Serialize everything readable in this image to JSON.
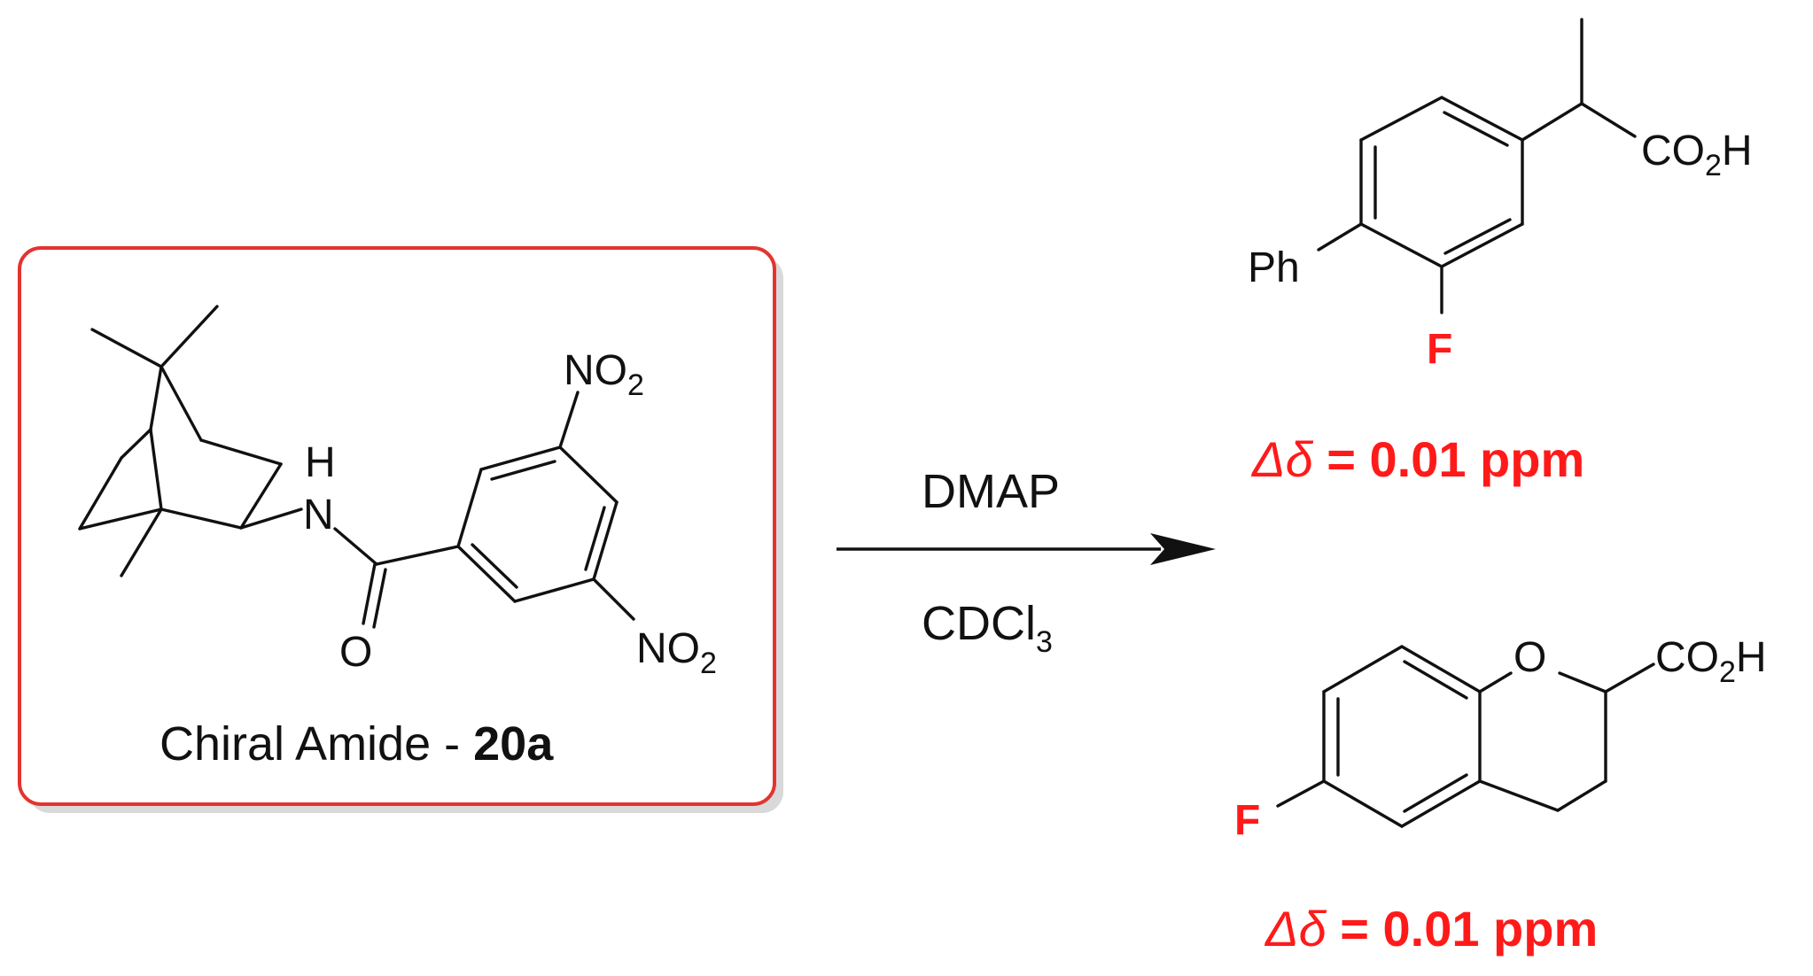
{
  "starting_material": {
    "atoms": {
      "nh_h": "H",
      "nh_n": "N",
      "carbonyl_o": "O",
      "nitro_top_prefix": "NO",
      "nitro_top_sub": "2",
      "nitro_bottom_prefix": "NO",
      "nitro_bottom_sub": "2"
    },
    "caption_prefix": "Chiral Amide - ",
    "caption_compound": "20a",
    "box_border_color": "#e3342f"
  },
  "reaction": {
    "reagent": "DMAP",
    "solvent_prefix": "CDCl",
    "solvent_sub": "3"
  },
  "product_1": {
    "atoms": {
      "ph": "Ph",
      "fluorine": "F",
      "acid_prefix": "CO",
      "acid_sub": "2",
      "acid_suffix": "H"
    },
    "delta_symbol": "Δδ",
    "delta_value": " = 0.01 ppm"
  },
  "product_2": {
    "atoms": {
      "ring_o": "O",
      "fluorine": "F",
      "acid_prefix": "CO",
      "acid_sub": "2",
      "acid_suffix": "H"
    },
    "delta_symbol": "Δδ",
    "delta_value": " = 0.01 ppm"
  },
  "colors": {
    "highlight": "#ff1a1a",
    "ink": "#111111",
    "shadow": "#d9d9d9"
  }
}
